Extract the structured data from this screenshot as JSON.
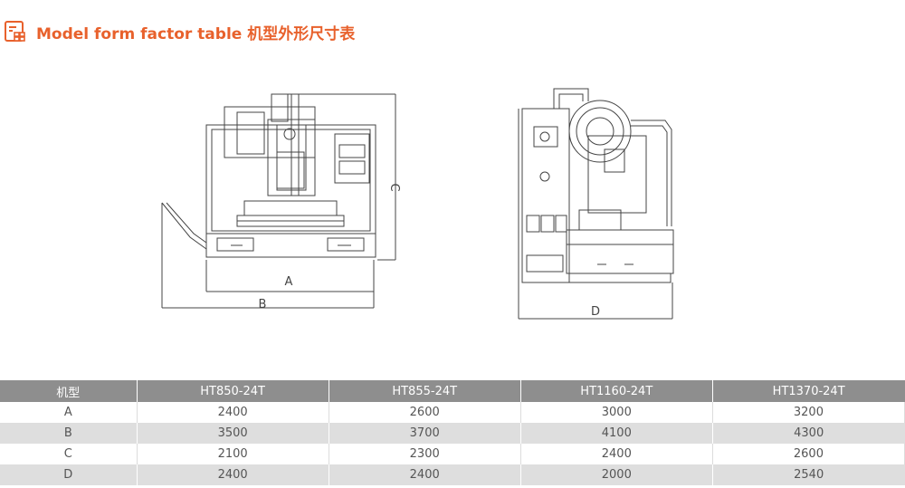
{
  "header": {
    "title": "Model form factor table 机型外形尺寸表",
    "icon": "table-list-icon",
    "accent_color": "#e8612c"
  },
  "drawing": {
    "front_labels": {
      "a": "A",
      "b": "B",
      "c": "C"
    },
    "side_labels": {
      "d": "D"
    }
  },
  "table": {
    "header_color": "#8e8e8e",
    "stripe_color": "#dedede",
    "columns": [
      "机型",
      "HT850-24T",
      "HT855-24T",
      "HT1160-24T",
      "HT1370-24T"
    ],
    "rows": [
      [
        "A",
        "2400",
        "2600",
        "3000",
        "3200"
      ],
      [
        "B",
        "3500",
        "3700",
        "4100",
        "4300"
      ],
      [
        "C",
        "2100",
        "2300",
        "2400",
        "2600"
      ],
      [
        "D",
        "2400",
        "2400",
        "2000",
        "2540"
      ]
    ]
  }
}
